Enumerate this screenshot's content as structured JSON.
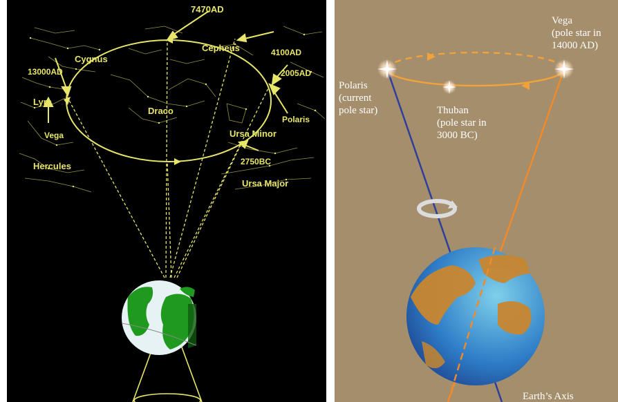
{
  "left_panel": {
    "labels": {
      "y7470": "7470AD",
      "cepheus": "Cepheus",
      "y4100": "4100AD",
      "y2005": "2005AD",
      "cygnus": "Cygnus",
      "y13000": "13000AD",
      "lyra": "Lyra",
      "draco": "Draco",
      "polaris": "Polaris",
      "vega": "Vega",
      "ursa_minor": "Ursa Minor",
      "hercules": "Hercules",
      "y2750": "2750BC",
      "ursa_major": "Ursa Major"
    },
    "colors": {
      "line": "#e8e66a",
      "sky": "#000000",
      "earth_land": "#1f9a1f",
      "earth_ocean": "#e6f2f4"
    }
  },
  "right_panel": {
    "labels": {
      "vega_l1": "Vega",
      "vega_l2": "(pole star in",
      "vega_l3": "14000 AD)",
      "polaris_l1": "Polaris",
      "polaris_l2": "(current",
      "polaris_l3": "pole star)",
      "thuban_l1": "Thuban",
      "thuban_l2": "(pole star in",
      "thuban_l3": "3000 BC)",
      "axis": "Earth’s Axis"
    },
    "colors": {
      "background": "#a48e6c",
      "orbit": "#f2a23a",
      "current_axis": "#2d3f9a",
      "future_axis": "#f08a2a"
    }
  }
}
